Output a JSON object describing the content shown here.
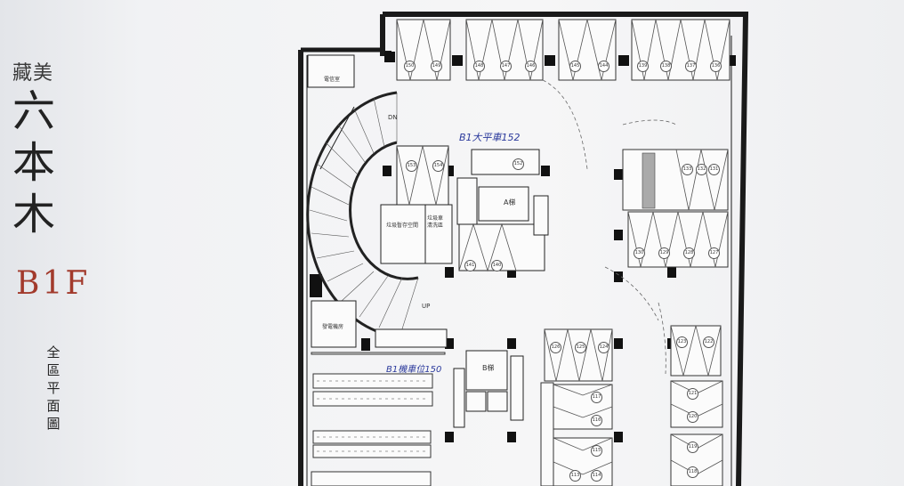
{
  "brand": {
    "sub": "藏美",
    "name_lines": [
      "六",
      "本",
      "木"
    ]
  },
  "floor_label": "B1F",
  "plan_title": "全區平面圖",
  "annotations": {
    "car_count": "B1大平車152",
    "scooter_count": "B1機車位150"
  },
  "rooms": {
    "electric_room": "電信室",
    "stair_dn": "DN",
    "stair_up": "UP",
    "storage": "垃圾暫存空間",
    "meter_room": "發電機房",
    "elevator_a": "A梯",
    "elevator_b": "B梯",
    "control_room": "垃圾車\n清洗區"
  },
  "parking": {
    "top_row_1": [
      "150",
      "149"
    ],
    "top_row_2": [
      "148",
      "147",
      "146"
    ],
    "top_row_3": [
      "145",
      "144"
    ],
    "top_row_4": [
      "139",
      "138",
      "137",
      "136"
    ],
    "center_1": [
      "153",
      "154"
    ],
    "center_right": [
      "152"
    ],
    "center_lower": [
      "141",
      "140"
    ],
    "right_upper": [
      "133",
      "132",
      "131"
    ],
    "right_mid": [
      "130",
      "129",
      "128",
      "127"
    ],
    "lower_mid": [
      "126",
      "125",
      "124"
    ],
    "lower_right": [
      "123",
      "122"
    ],
    "lower_right_col": [
      "121",
      "120",
      "119",
      "118"
    ],
    "mid_col": [
      "117",
      "116",
      "115",
      "114",
      "113"
    ]
  }
}
